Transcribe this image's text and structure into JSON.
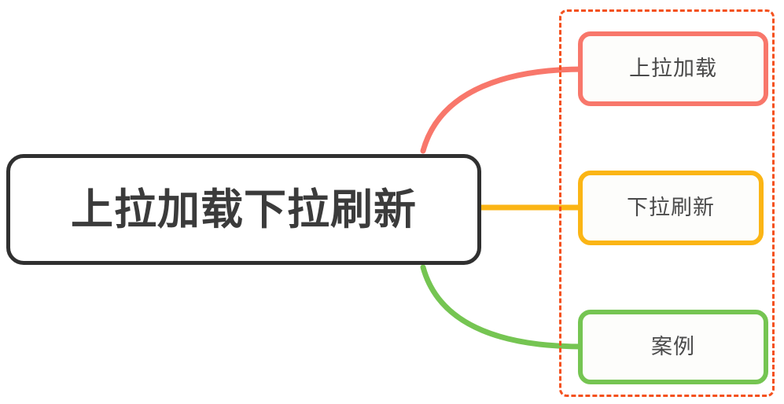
{
  "diagram": {
    "type": "mind-map",
    "background_color": "#FFFFFF",
    "root": {
      "label": "上拉加载下拉刷新",
      "border_color": "#303030",
      "fill_color": "#FFFFFF",
      "text_color": "#3B3B3B"
    },
    "children": [
      {
        "label": "上拉加载",
        "border_color": "#F8776B",
        "fill_color": "#FDFDFB",
        "text_color": "#4A4A4A",
        "connector_color": "#F8776B",
        "connector_style": "curved"
      },
      {
        "label": "下拉刷新",
        "border_color": "#FBB515",
        "fill_color": "#FDFDFB",
        "text_color": "#4A4A4A",
        "connector_color": "#FBB515",
        "connector_style": "straight"
      },
      {
        "label": "案例",
        "border_color": "#75C552",
        "fill_color": "#FDFDFB",
        "text_color": "#4A4A4A",
        "connector_color": "#75C552",
        "connector_style": "curved"
      }
    ],
    "selection_region": {
      "label": "selection-marquee",
      "border_color": "#F4511E",
      "border_style": "dashed"
    }
  }
}
